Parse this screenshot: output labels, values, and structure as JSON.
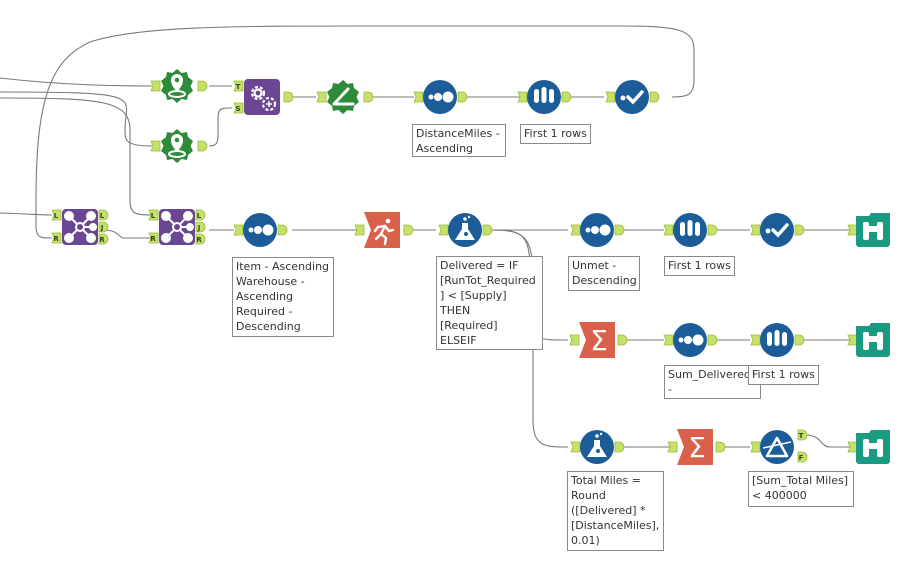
{
  "app": "Alteryx Designer workflow canvas",
  "colors": {
    "connection": "#7a7a7a",
    "anchor": "#c6e06c",
    "anchor_border": "#9cbb3a",
    "spatial_green": "#2e8b3a",
    "join_purple": "#6b4693",
    "preparation_blue": "#1c5d99",
    "parse_orange": "#d9604a",
    "browse_teal": "#1a9a80"
  },
  "tools": [
    {
      "id": "spatial-1",
      "type": "Create Points",
      "icon": "map-pin-icon",
      "category": "spatial"
    },
    {
      "id": "spatial-2",
      "type": "Create Points",
      "icon": "map-pin-icon",
      "category": "spatial"
    },
    {
      "id": "distance",
      "type": "Distance",
      "icon": "gears-plus-icon",
      "category": "spatial",
      "inputs": [
        "T",
        "S"
      ]
    },
    {
      "id": "ruler",
      "type": "Spatial Measure",
      "icon": "ruler-icon",
      "category": "spatial"
    },
    {
      "id": "sort-1",
      "type": "Sort",
      "icon": "sort-dots-icon",
      "category": "preparation",
      "annotation": "DistanceMiles -\nAscending"
    },
    {
      "id": "sample-1",
      "type": "Sample",
      "icon": "test-tubes-icon",
      "category": "preparation",
      "annotation": "First 1 rows"
    },
    {
      "id": "select-1",
      "type": "Select",
      "icon": "checkmark-icon",
      "category": "preparation"
    },
    {
      "id": "join-1",
      "type": "Join",
      "icon": "join-network-icon",
      "category": "join",
      "inputs": [
        "L",
        "R"
      ],
      "outputs": [
        "L",
        "J",
        "R"
      ]
    },
    {
      "id": "join-2",
      "type": "Join",
      "icon": "join-network-icon",
      "category": "join",
      "inputs": [
        "L",
        "R"
      ],
      "outputs": [
        "L",
        "J",
        "R"
      ]
    },
    {
      "id": "sort-2",
      "type": "Sort",
      "icon": "sort-dots-icon",
      "category": "preparation",
      "annotation": "Item - Ascending\nWarehouse -\nAscending\nRequired -\nDescending"
    },
    {
      "id": "running-total",
      "type": "Running Total",
      "icon": "running-man-icon",
      "category": "transform"
    },
    {
      "id": "formula-1",
      "type": "Formula",
      "icon": "flask-icon",
      "category": "preparation",
      "annotation": "Delivered = IF\n[RunTot_Required\n] < [Supply] THEN\n[Required]\nELSEIF\n[RunTot_Requ..."
    },
    {
      "id": "sort-3",
      "type": "Sort",
      "icon": "sort-dots-icon",
      "category": "preparation",
      "annotation": "Unmet -\nDescending"
    },
    {
      "id": "sample-2",
      "type": "Sample",
      "icon": "test-tubes-icon",
      "category": "preparation",
      "annotation": "First 1 rows"
    },
    {
      "id": "select-2",
      "type": "Select",
      "icon": "checkmark-icon",
      "category": "preparation"
    },
    {
      "id": "browse-1",
      "type": "Browse",
      "icon": "binoculars-icon",
      "category": "output"
    },
    {
      "id": "summarize-1",
      "type": "Summarize",
      "icon": "sigma-icon",
      "category": "transform"
    },
    {
      "id": "sort-4",
      "type": "Sort",
      "icon": "sort-dots-icon",
      "category": "preparation",
      "annotation": "Sum_Delivered -\nDescending"
    },
    {
      "id": "sample-3",
      "type": "Sample",
      "icon": "test-tubes-icon",
      "category": "preparation",
      "annotation": "First 1 rows"
    },
    {
      "id": "browse-2",
      "type": "Browse",
      "icon": "binoculars-icon",
      "category": "output"
    },
    {
      "id": "formula-2",
      "type": "Formula",
      "icon": "flask-icon",
      "category": "preparation",
      "annotation": "Total Miles =\nRound\n([Delivered] *\n[DistanceMiles],\n0.01)"
    },
    {
      "id": "summarize-2",
      "type": "Summarize",
      "icon": "sigma-icon",
      "category": "transform"
    },
    {
      "id": "filter",
      "type": "Filter",
      "icon": "prism-filter-icon",
      "category": "preparation",
      "outputs": [
        "T",
        "F"
      ],
      "annotation": "[Sum_Total Miles]\n< 400000"
    },
    {
      "id": "browse-3",
      "type": "Browse",
      "icon": "binoculars-icon",
      "category": "output"
    }
  ]
}
